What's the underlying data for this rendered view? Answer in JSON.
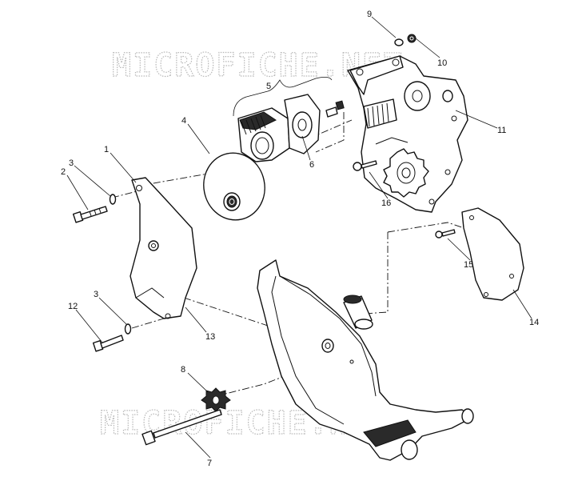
{
  "watermark": {
    "text": "MICROFICHE.NET"
  },
  "callouts": [
    {
      "id": "1",
      "label": "1"
    },
    {
      "id": "2",
      "label": "2"
    },
    {
      "id": "3a",
      "label": "3"
    },
    {
      "id": "3b",
      "label": "3"
    },
    {
      "id": "4",
      "label": "4"
    },
    {
      "id": "5",
      "label": "5"
    },
    {
      "id": "6",
      "label": "6"
    },
    {
      "id": "7",
      "label": "7"
    },
    {
      "id": "8",
      "label": "8"
    },
    {
      "id": "9",
      "label": "9"
    },
    {
      "id": "10",
      "label": "10"
    },
    {
      "id": "11",
      "label": "11"
    },
    {
      "id": "12",
      "label": "12"
    },
    {
      "id": "13",
      "label": "13"
    },
    {
      "id": "14",
      "label": "14"
    },
    {
      "id": "15",
      "label": "15"
    },
    {
      "id": "16",
      "label": "16"
    }
  ]
}
